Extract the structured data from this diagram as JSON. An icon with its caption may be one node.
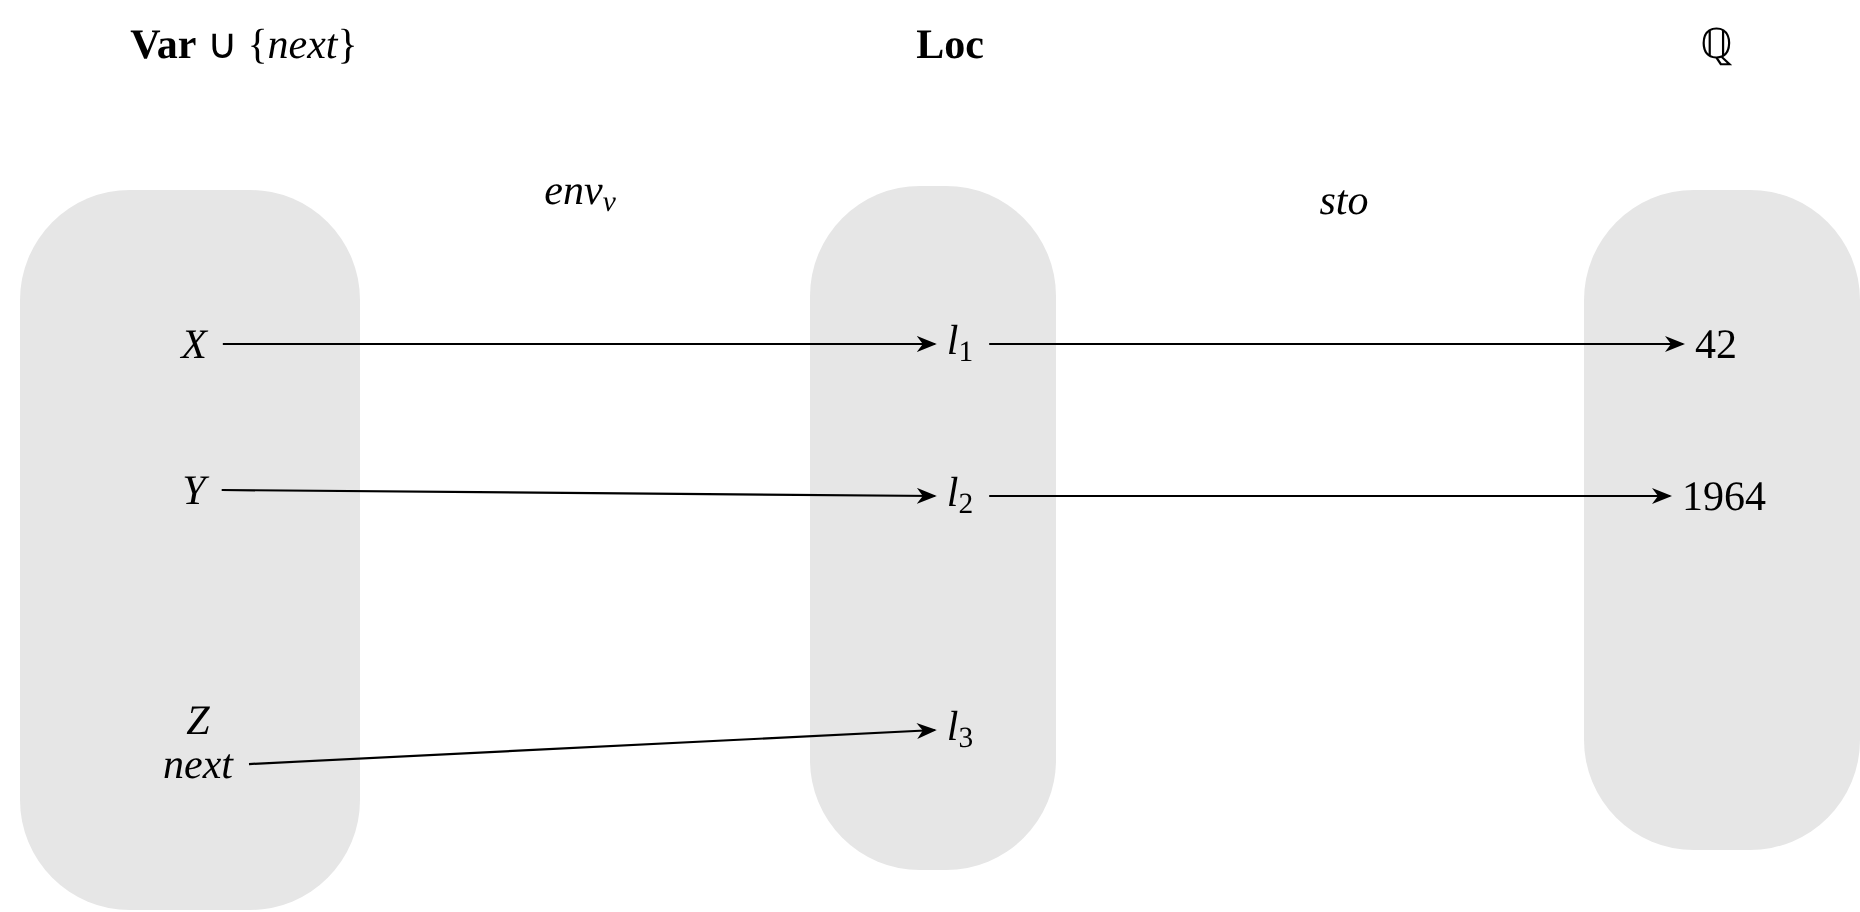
{
  "diagram": {
    "nodes": [
      {
        "text": [],
        "shape": "box"
      },
      {
        "text": [
          "X"
        ],
        "in": 0
      },
      {
        "text": [
          "Y"
        ],
        "in": 0
      },
      {
        "text": [
          "Z",
          "next"
        ],
        "in": 0
      },
      {
        "text": [],
        "shape": "box"
      },
      {
        "text": [
          "*l*$_{1}$"
        ],
        "in": 4
      },
      {
        "text": [
          "*l*$_{2}$"
        ],
        "in": 4
      },
      {
        "text": [
          "*l*$_{3}$"
        ],
        "in": 4
      },
      {
        "text": [],
        "shape": "box"
      },
      {
        "text": [
          "42"
        ],
        "in": 8
      },
      {
        "text": [
          "1964"
        ],
        "in": 8
      }
    ],
    "edges": [
      {
        "from": 1,
        "to": 5,
        "arrow": "to"
      },
      {
        "from": 2,
        "to": 6,
        "arrow": "to"
      },
      {
        "from": 3,
        "to": 7,
        "arrow": "to"
      },
      {
        "from": 5,
        "to": 9,
        "arrow": "to"
      },
      {
        "from": 6,
        "to": 10,
        "arrow": "to"
      }
    ],
    "labels": [
      "**Var** ∪ {*next*}",
      "Loc",
      "ℚ",
      "*env*$_{v}$",
      "sto"
    ]
  }
}
